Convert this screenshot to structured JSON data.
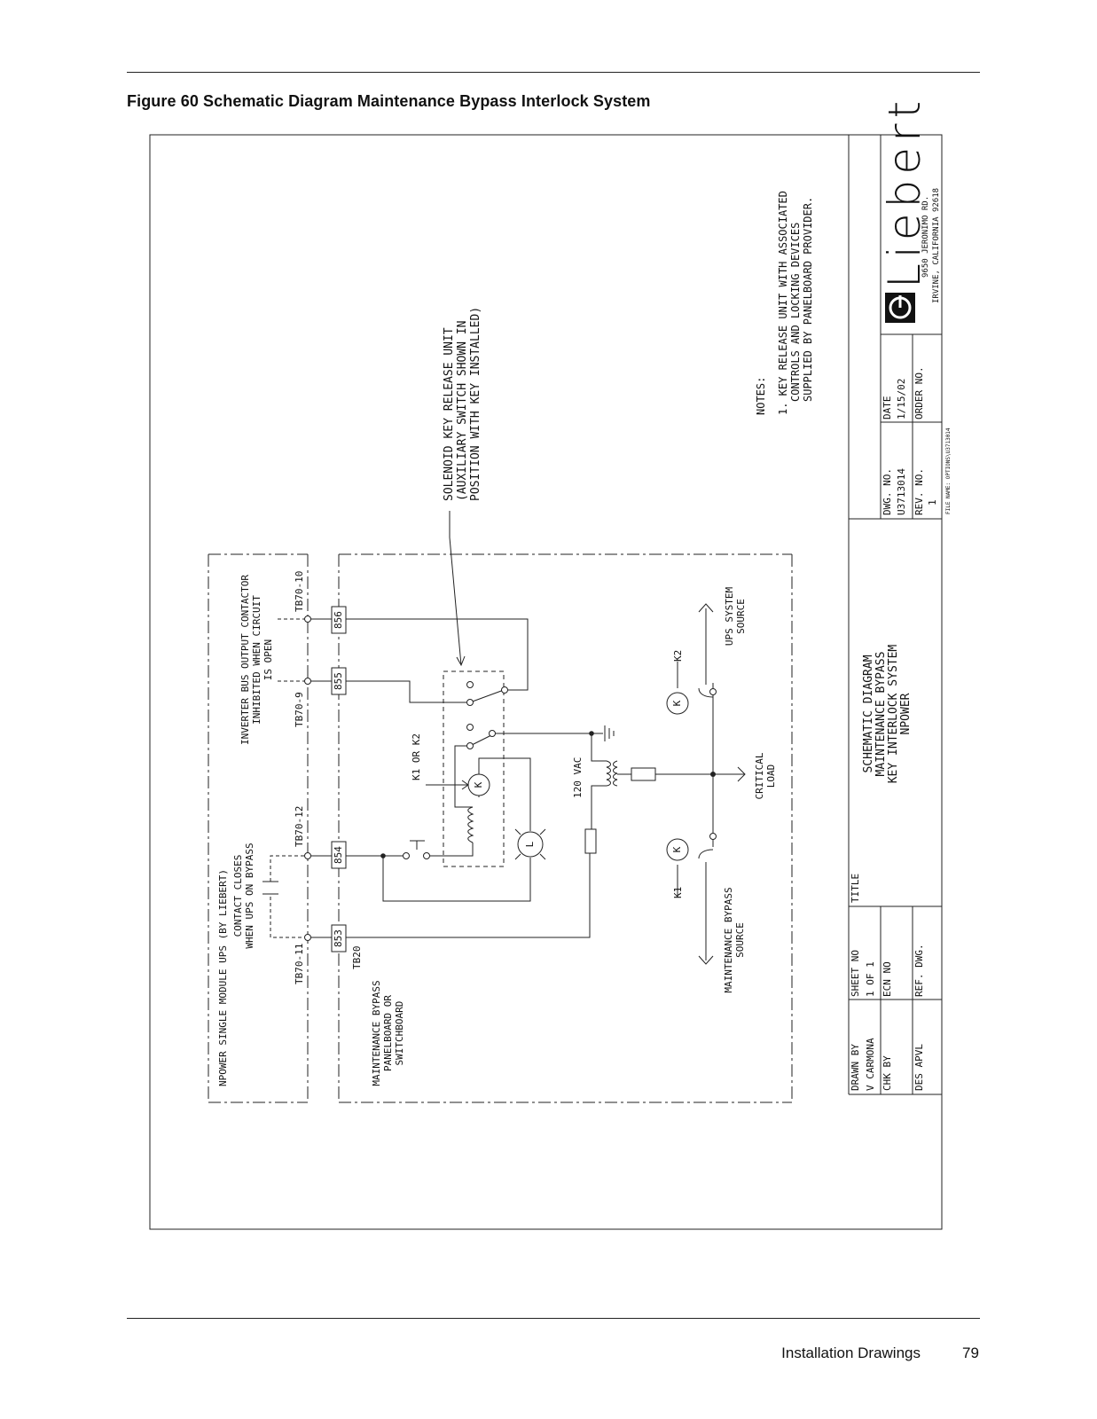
{
  "figure": {
    "title": "Figure 60  Schematic Diagram Maintenance Bypass Interlock System"
  },
  "footer": {
    "section": "Installation Drawings",
    "page": "79"
  },
  "diagram": {
    "ups_label": "NPOWER SINGLE MODULE UPS (BY LIEBERT)",
    "contact_label": [
      "CONTACT CLOSES",
      "WHEN UPS ON BYPASS"
    ],
    "inverter_label": [
      "INVERTER BUS OUTPUT CONTACTOR",
      "INHIBITED WHEN CIRCUIT",
      "IS OPEN"
    ],
    "panel_label": [
      "MAINTENANCE BYPASS",
      "PANELBOARD OR",
      "SWITCHBOARD"
    ],
    "tb_labels": {
      "tb70_11": "TB70-11",
      "tb70_12": "TB70-12",
      "tb70_9": "TB70-9",
      "tb70_10": "TB70-10",
      "tb20": "TB20"
    },
    "terminals": {
      "t853": "853",
      "t854": "854",
      "t855": "855",
      "t856": "856"
    },
    "relay_label": "K1 OR K2",
    "voltage_label": "120 VAC",
    "k1_label": "K1",
    "k2_label": "K2",
    "k_symbol": "K",
    "lamp_symbol": "L",
    "maint_source_label": [
      "MAINTENANCE BYPASS",
      "SOURCE"
    ],
    "ups_source_label": [
      "UPS SYSTEM",
      "SOURCE"
    ],
    "critical_load_label": [
      "CRITICAL",
      "LOAD"
    ],
    "solenoid_label": [
      "SOLENOID KEY RELEASE UNIT",
      "(AUXILIARY SWITCH SHOWN IN",
      "POSITION WITH KEY INSTALLED)"
    ],
    "notes_heading": "NOTES:",
    "notes": [
      "1. KEY RELEASE UNIT WITH ASSOCIATED",
      "CONTROLS AND LOCKING DEVICES",
      "SUPPLIED BY PANELBOARD PROVIDER."
    ]
  },
  "title_block": {
    "drawn_by_label": "DRAWN BY",
    "drawn_by": "V CARMONA",
    "chk_by_label": "CHK BY",
    "des_apvl_label": "DES APVL",
    "sheet_no_label": "SHEET NO",
    "sheet_no": "1 OF 1",
    "ecn_no_label": "ECN NO",
    "ref_dwg_label": "REF. DWG.",
    "title_label": "TITLE",
    "title_lines": [
      "SCHEMATIC DIAGRAM",
      "MAINTENANCE BYPASS",
      "KEY INTERLOCK SYSTEM",
      "NPOWER"
    ],
    "dwg_no_label": "DWG. NO.",
    "dwg_no": "U3713014",
    "rev_no_label": "REV. NO.",
    "rev_no": "1",
    "date_label": "DATE",
    "date": "1/15/02",
    "order_no_label": "ORDER NO.",
    "file_name": "FILE NAME: OPTIONS\\U3713014",
    "company": "Liebert",
    "address_1": "9650 JERONIMO RD.",
    "address_2": "IRVINE, CALIFORNIA 92618"
  }
}
